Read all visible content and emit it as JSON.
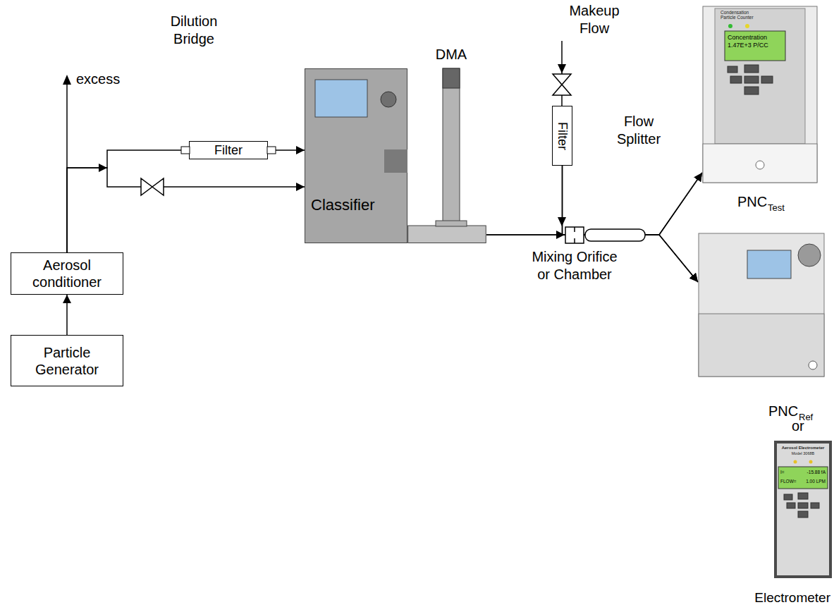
{
  "diagram": {
    "nodes": [
      {
        "text": [
          "Particle Generator"
        ]
      },
      {
        "text": [
          "Aerosol conditioner"
        ]
      },
      {
        "text": [
          "Filter"
        ]
      },
      {
        "text": [
          "Classifier"
        ]
      },
      {
        "text": [
          "DMA"
        ]
      },
      {
        "text": [
          "Filter"
        ]
      },
      {
        "text": [
          "Condensation Particle Counter",
          "Concentration 1.47E+3 P/CC",
          "PNC",
          "Test"
        ]
      },
      {
        "text": [
          "PNC",
          "Ref"
        ]
      },
      {
        "text": [
          "Aerosol Electrometer",
          "Model 3068B",
          "I=",
          "-15.88 fA",
          "FLOW=",
          "1.00 LPM",
          "Electrometer"
        ]
      }
    ],
    "edges": [
      {
        "from": 0,
        "to": 1,
        "arrow": "to"
      },
      {
        "from": 1,
        "to": 2,
        "arrow": "none"
      },
      {
        "from": 2,
        "to": 3,
        "arrow": "to"
      },
      {
        "from": 1,
        "to": 3,
        "arrow": "to"
      },
      {
        "from": 4,
        "to": 6,
        "arrow": "to"
      },
      {
        "from": 4,
        "to": 7,
        "arrow": "to"
      },
      {
        "from": 5,
        "to": 6,
        "arrow": "to"
      },
      {
        "from": 5,
        "to": 7,
        "arrow": "to"
      }
    ],
    "labels": [
      "excess",
      "Dilution Bridge",
      "Makeup Flow",
      "Flow Splitter",
      "Mixing Orifice or Chamber",
      "or"
    ]
  }
}
